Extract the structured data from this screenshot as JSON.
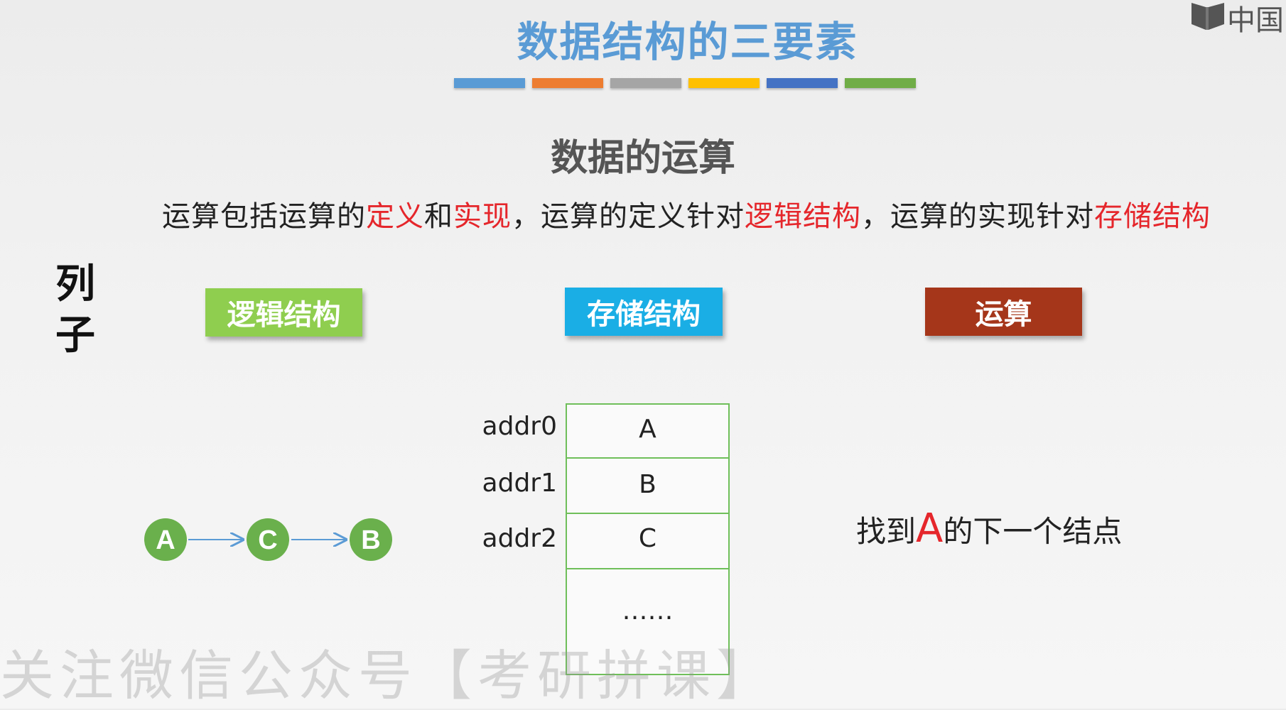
{
  "slide": {
    "title": "数据结构的三要素",
    "color_bar": [
      "#5a9bd5",
      "#ed7d31",
      "#a5a5a5",
      "#ffc000",
      "#4472c4",
      "#70ad47"
    ],
    "logo_text": "中国",
    "subtitle": "数据的运算",
    "description": {
      "p1": "运算包括运算的",
      "h1": "定义",
      "p2": "和",
      "h2": "实现",
      "p3": "，运算的定义针对",
      "h3": "逻辑结构",
      "p4": "，运算的实现针对",
      "h4": "存储结构"
    },
    "example_label": "列子",
    "boxes": {
      "logic": "逻辑结构",
      "storage": "存储结构",
      "operation": "运算"
    },
    "logic_nodes": [
      "A",
      "C",
      "B"
    ],
    "memory": {
      "rows": [
        {
          "addr": "addr0",
          "value": "A"
        },
        {
          "addr": "addr1",
          "value": "B"
        },
        {
          "addr": "addr2",
          "value": "C"
        }
      ],
      "ellipsis": "……"
    },
    "operation_text": {
      "pre": "找到",
      "node": "A",
      "post": "的下一个结点"
    },
    "watermark": "关注微信公众号【考研拼课】",
    "colors": {
      "title": "#5a9bd5",
      "highlight": "#e5262b",
      "logic_box": "#8fce4f",
      "storage_box": "#1aaee5",
      "operation_box": "#a5361a",
      "node": "#6ab04c",
      "arrow": "#5b9bd5"
    }
  }
}
